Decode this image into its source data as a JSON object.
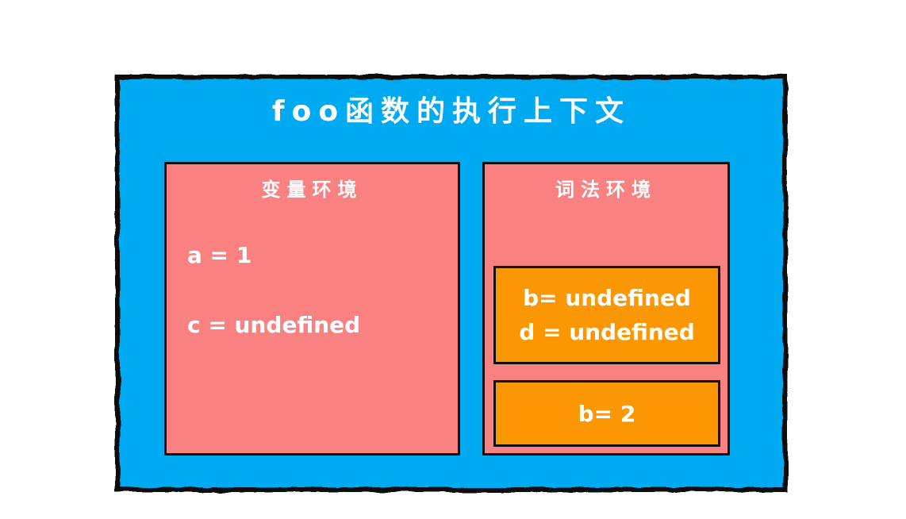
{
  "diagram": {
    "title": "foo函数的执行上下文",
    "variable_env": {
      "label": "变量环境",
      "entries": [
        "a = 1",
        "c = undefined"
      ]
    },
    "lexical_env": {
      "label": "词法环境",
      "blocks": [
        {
          "lines": [
            "b= undefined",
            "d = undefined"
          ]
        },
        {
          "lines": [
            "b= 2"
          ]
        }
      ]
    },
    "colors": {
      "background": "#ffffff",
      "context_fill": "#00aaf2",
      "env_fill": "#fa8181",
      "block_fill": "#fb9702",
      "border": "#111111",
      "text": "#ffffff"
    }
  }
}
